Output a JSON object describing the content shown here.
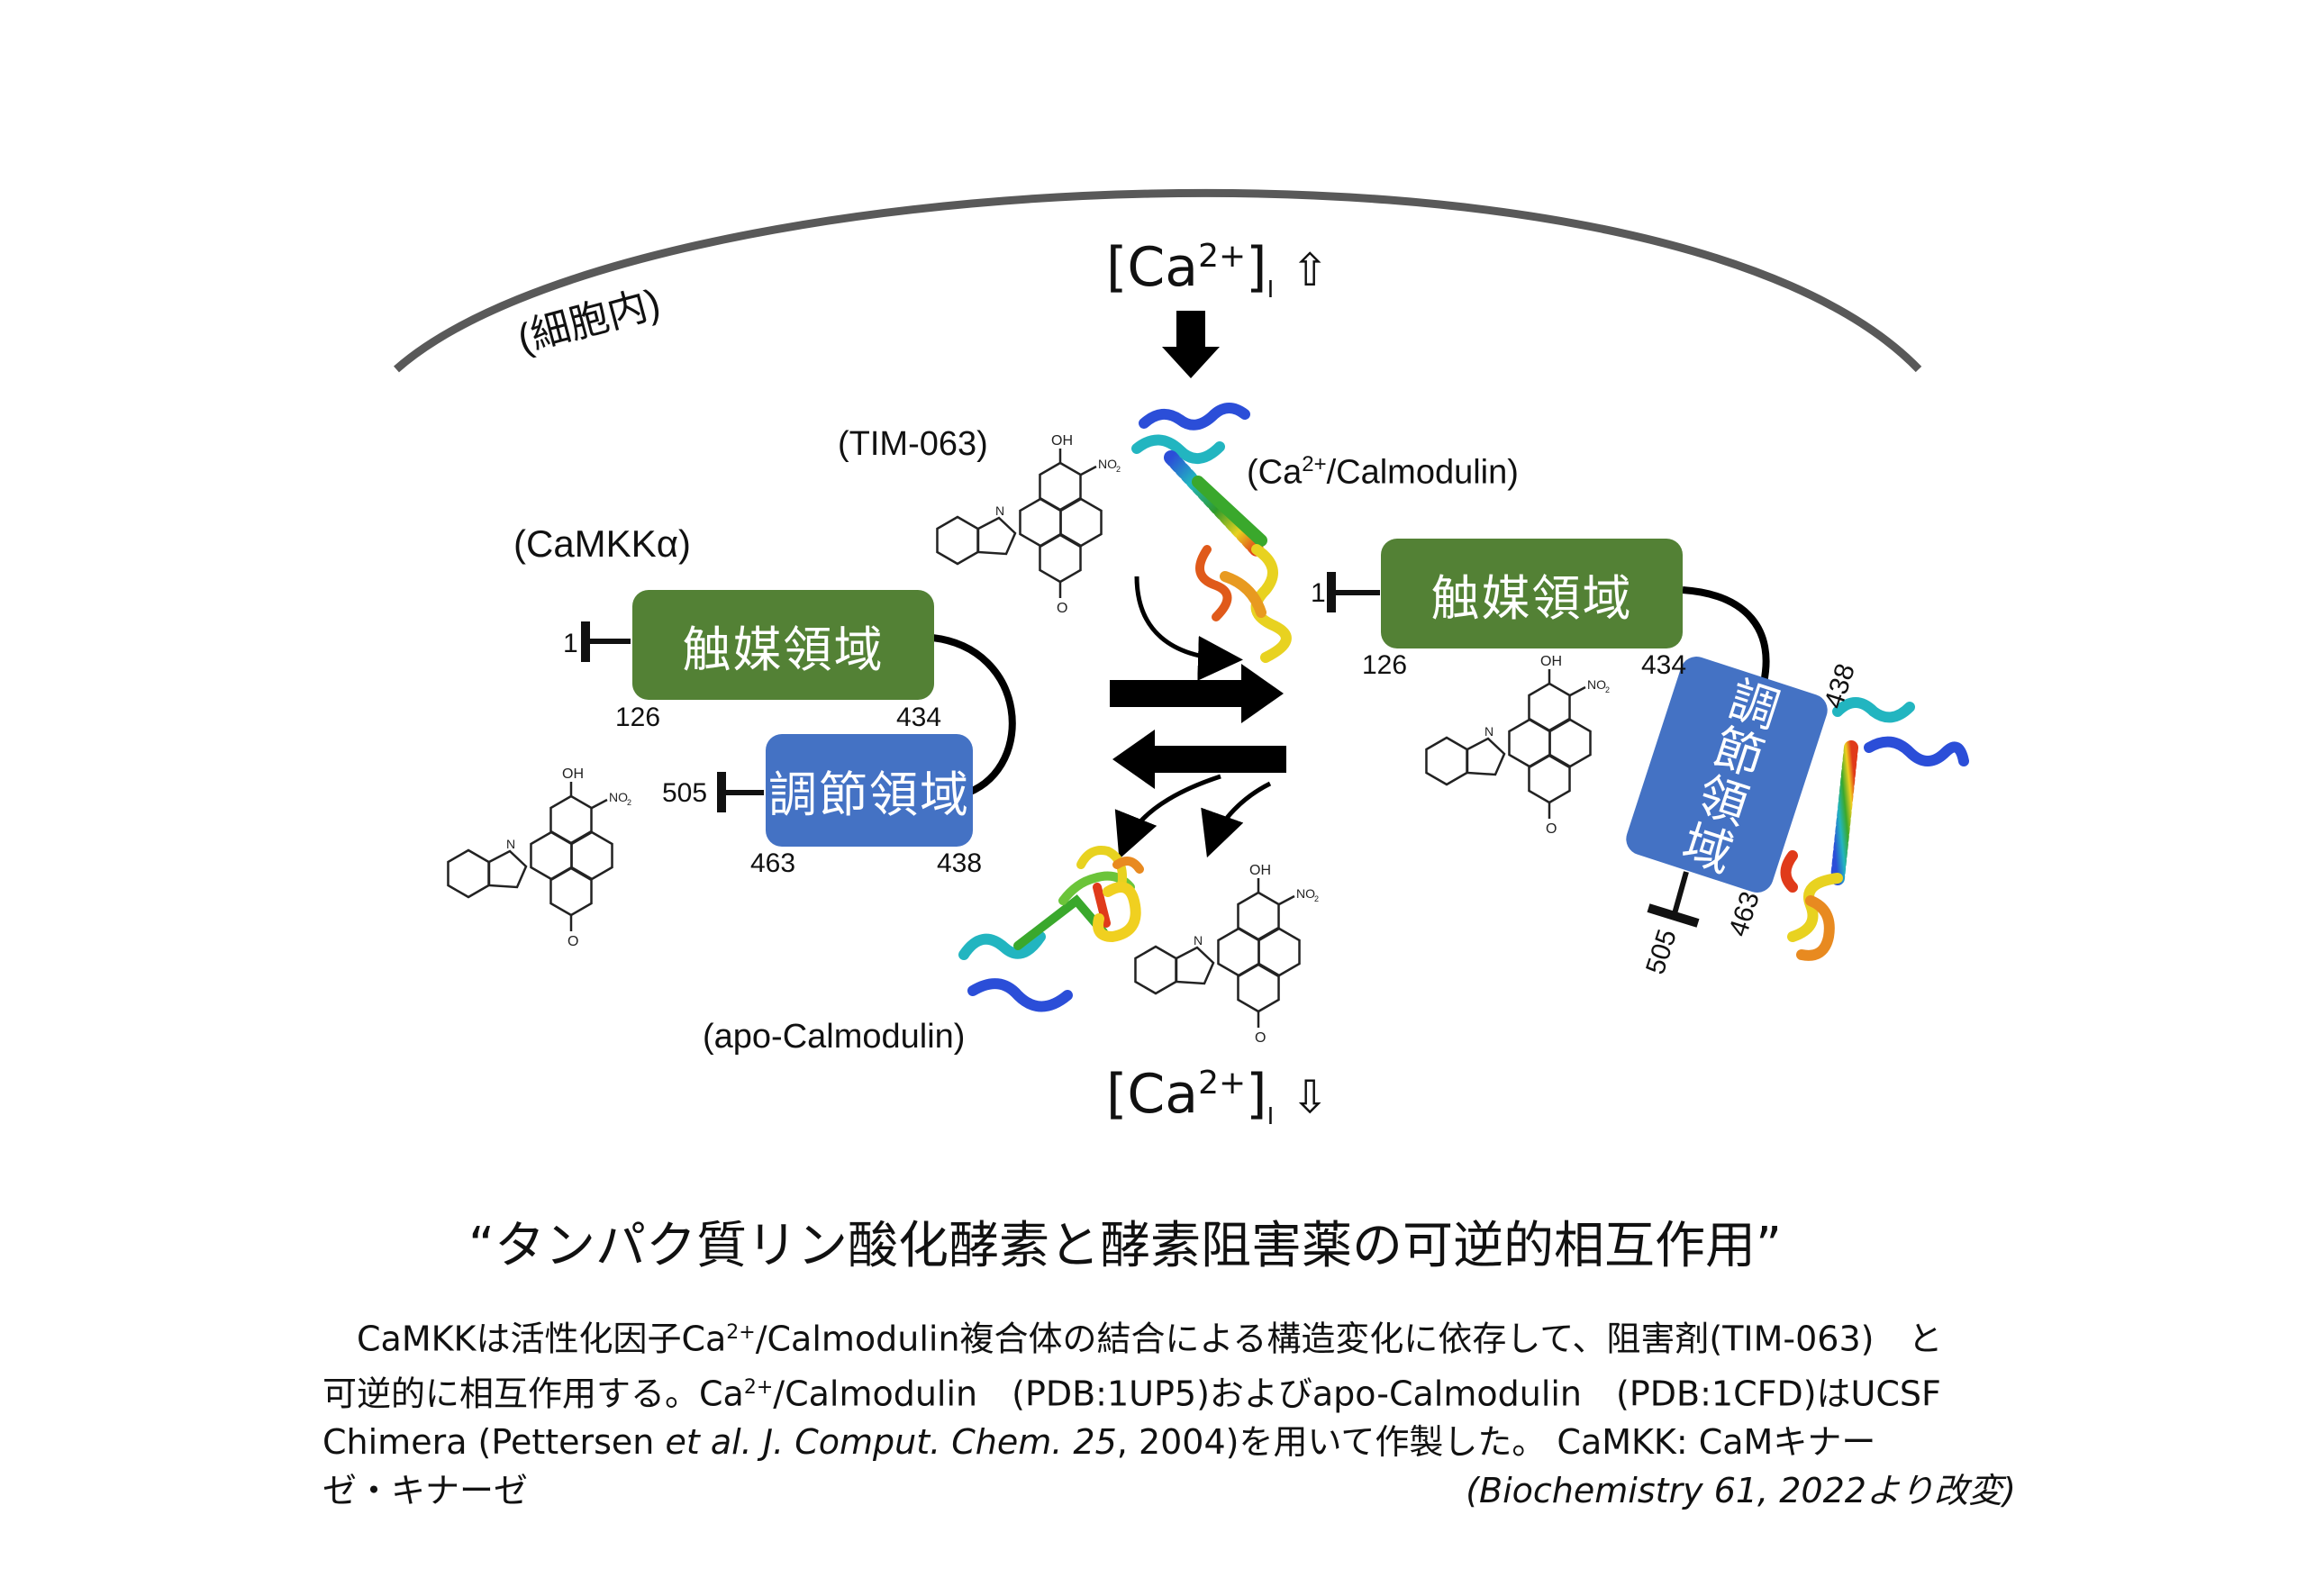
{
  "cell_label": "(細胞内)",
  "calcium_up": {
    "base": "[Ca",
    "charge": "2+",
    "bracket": "]",
    "sub": "I",
    "arrow": "⇧"
  },
  "calcium_down": {
    "base": "[Ca",
    "charge": "2+",
    "bracket": "]",
    "sub": "I",
    "arrow": "⇩"
  },
  "labels": {
    "tim063": "(TIM-063)",
    "ca_calmodulin_prefix": "(Ca",
    "ca_calmodulin_charge": "2+",
    "ca_calmodulin_suffix": "/Calmodulin)",
    "camkk": "(CaMKKα)",
    "apo_calmodulin": "(apo-Calmodulin)"
  },
  "left_complex": {
    "catalytic_domain": "触媒領域",
    "regulatory_domain": "調節領域",
    "n_terminus": "1",
    "c_terminus": "505",
    "cat_start": "126",
    "cat_end": "434",
    "reg_start": "463",
    "reg_end": "438"
  },
  "right_complex": {
    "catalytic_domain": "触媒領域",
    "regulatory_domain": "調節領域",
    "n_terminus": "1",
    "c_terminus": "505",
    "cat_start": "126",
    "cat_end": "434",
    "reg_start": "463",
    "reg_end": "438"
  },
  "molecule_labels": {
    "oh": "OH",
    "no2": "NO",
    "no2_sub": "2",
    "n": "N",
    "o": "O"
  },
  "title": "“タンパク質リン酸化酵素と酵素阻害薬の可逆的相互作用”",
  "caption": {
    "line1_a": "CaMKKは活性化因子Ca",
    "line1_sup": "2+",
    "line1_b": "/Calmodulin複合体の結合による構造変化に依存して、阻害剤(TIM-063)　と",
    "line2_a": "可逆的に相互作用する。Ca",
    "line2_sup": "2+",
    "line2_b": "/Calmodulin　(PDB:1UP5)およびapo-Calmodulin　(PDB:1CFD)はUCSF",
    "line3_a": "Chimera (Pettersen ",
    "line3_italic": "et al. J. Comput. Chem. 25",
    "line3_b": ", 2004)を用いて作製した。 CaMKK: CaMキナー",
    "line4": "ゼ・キナーゼ",
    "citation": "(Biochemistry 61, 2022より改変)"
  },
  "colors": {
    "catalytic": "#538135",
    "regulatory": "#4472c4",
    "membrane": "#595959"
  }
}
